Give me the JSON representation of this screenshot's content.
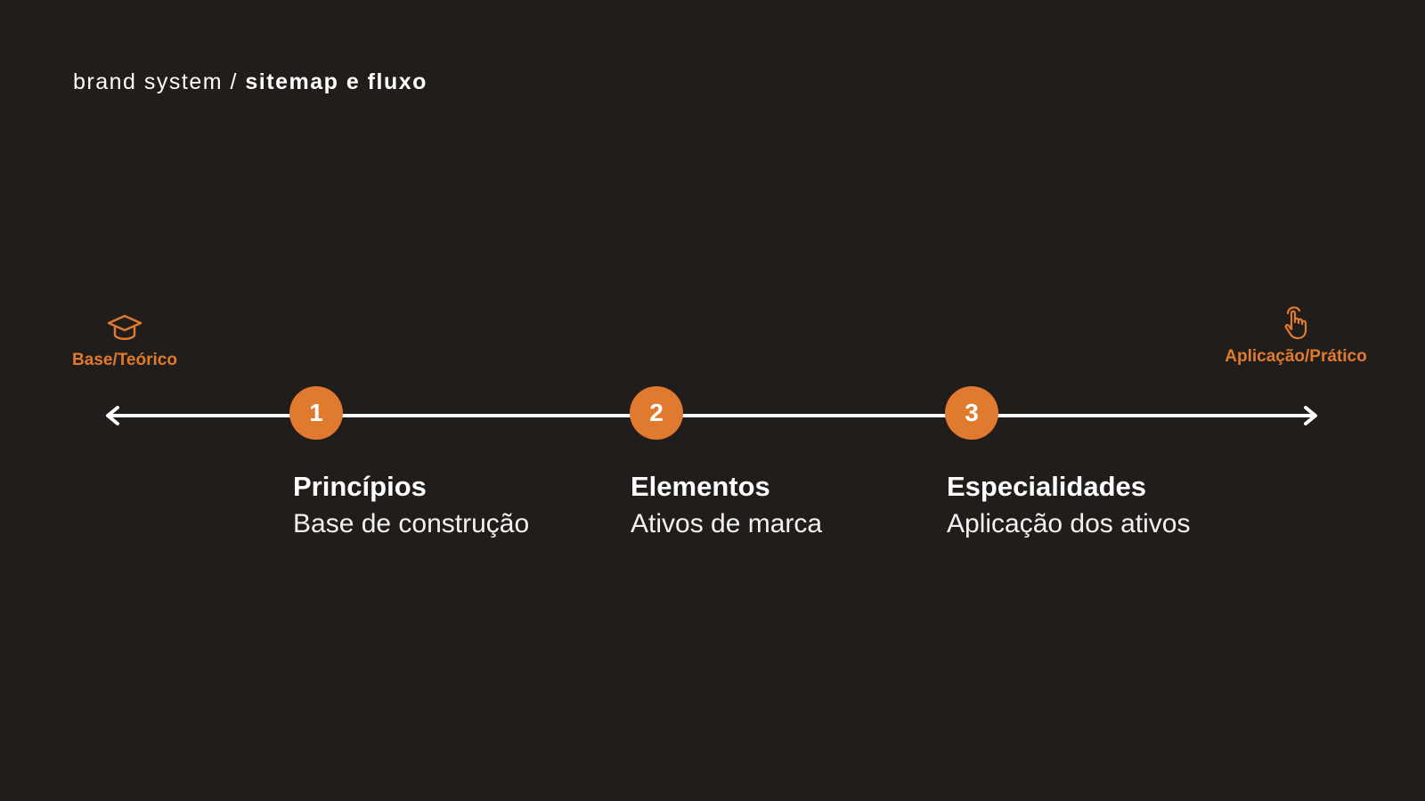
{
  "header": {
    "section": "brand system",
    "separator": " / ",
    "page": "sitemap e fluxo"
  },
  "axis": {
    "start_label": "Base/Teórico",
    "start_icon": "graduation-cap-icon",
    "end_label": "Aplicação/Prático",
    "end_icon": "pointing-hand-icon"
  },
  "steps": [
    {
      "number": "1",
      "title": "Princípios",
      "subtitle": "Base de construção"
    },
    {
      "number": "2",
      "title": "Elementos",
      "subtitle": "Ativos de marca"
    },
    {
      "number": "3",
      "title": "Especialidades",
      "subtitle": "Aplicação dos ativos"
    }
  ],
  "colors": {
    "background": "#211d1b",
    "accent": "#e07a2e",
    "text": "#ffffff"
  }
}
